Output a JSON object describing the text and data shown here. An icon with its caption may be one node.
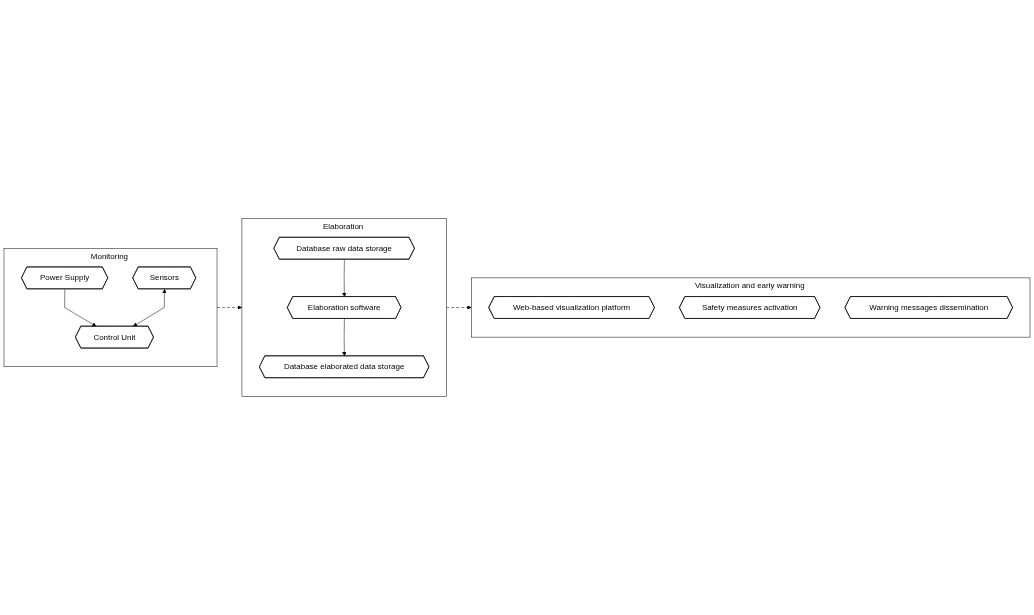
{
  "diagram": {
    "nodes": [
      {
        "text": [
          "Monitoring"
        ]
      },
      {
        "text": [
          "Power Supply"
        ],
        "in": 0
      },
      {
        "text": [
          "Sensors"
        ],
        "in": 0
      },
      {
        "text": [
          "Control Unit"
        ],
        "in": 0
      },
      {
        "text": [
          "Elaboration"
        ]
      },
      {
        "text": [
          "Database raw data storage"
        ],
        "in": 4
      },
      {
        "text": [
          "Elaboration software"
        ],
        "in": 4
      },
      {
        "text": [
          "Database elaborated data storage"
        ],
        "in": 4
      },
      {
        "text": [
          "Visualization and early warning"
        ]
      },
      {
        "text": [
          "Web-based visualization platform"
        ],
        "in": 8
      },
      {
        "text": [
          "Safety measures activation"
        ],
        "in": 8
      },
      {
        "text": [
          "Warning messages dissemination"
        ],
        "in": 8
      }
    ],
    "edges": [
      {
        "from": 1,
        "to": 3,
        "arrow": "to"
      },
      {
        "from": 2,
        "to": 3,
        "arrow": "both"
      },
      {
        "from": 5,
        "to": 6,
        "arrow": "to"
      },
      {
        "from": 6,
        "to": 7,
        "arrow": "to"
      },
      {
        "from": 0,
        "to": 4,
        "arrow": "to",
        "style": "dashed"
      },
      {
        "from": 4,
        "to": 8,
        "arrow": "to",
        "style": "dashed"
      }
    ]
  }
}
